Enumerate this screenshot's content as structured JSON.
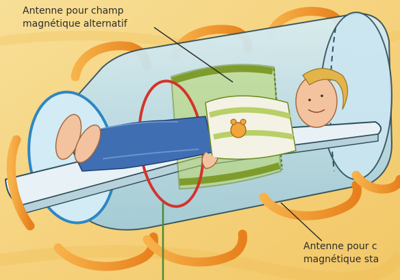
{
  "labels": {
    "alternating_field_antenna": {
      "line1": "Antenne pour champ",
      "line2": "magnétique alternatif"
    },
    "static_field_antenna": {
      "line1": "Antenne pour c",
      "line2": "magnétique sta"
    }
  },
  "colors": {
    "background": "#f6d98c",
    "tube": "#bfe0ee",
    "tube_outline": "#2f4f5c",
    "static_coils": "#f39a2a",
    "rf_coil": "#a7c947",
    "front_ring": "#2f86c3",
    "mid_ring": "#d4332a",
    "table": "#e6eff3",
    "jeans": "#3f6fb2",
    "skin": "#f3c39f",
    "hair": "#e2b44a"
  }
}
